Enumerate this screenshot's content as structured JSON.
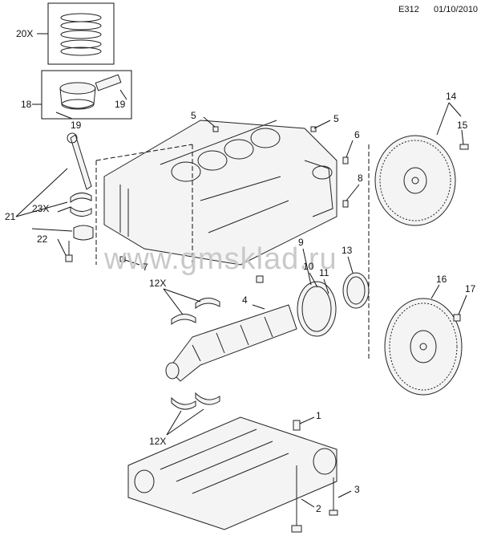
{
  "header": {
    "code": "E312",
    "date": "01/10/2010"
  },
  "watermark": "www.gmsklad.ru",
  "callouts": [
    {
      "id": "20X",
      "text": "20X"
    },
    {
      "id": "18",
      "text": "18"
    },
    {
      "id": "19a",
      "text": "19"
    },
    {
      "id": "19b",
      "text": "19"
    },
    {
      "id": "21",
      "text": "21"
    },
    {
      "id": "22",
      "text": "22"
    },
    {
      "id": "23X",
      "text": "23X"
    },
    {
      "id": "5a",
      "text": "5"
    },
    {
      "id": "5b",
      "text": "5"
    },
    {
      "id": "6",
      "text": "6"
    },
    {
      "id": "7",
      "text": "7"
    },
    {
      "id": "8",
      "text": "8"
    },
    {
      "id": "9",
      "text": "9"
    },
    {
      "id": "10",
      "text": "10"
    },
    {
      "id": "11",
      "text": "11"
    },
    {
      "id": "13",
      "text": "13"
    },
    {
      "id": "14",
      "text": "14"
    },
    {
      "id": "15",
      "text": "15"
    },
    {
      "id": "16",
      "text": "16"
    },
    {
      "id": "17",
      "text": "17"
    },
    {
      "id": "12Xa",
      "text": "12X"
    },
    {
      "id": "4",
      "text": "4"
    },
    {
      "id": "12Xb",
      "text": "12X"
    },
    {
      "id": "1",
      "text": "1"
    },
    {
      "id": "2",
      "text": "2"
    },
    {
      "id": "3",
      "text": "3"
    }
  ]
}
